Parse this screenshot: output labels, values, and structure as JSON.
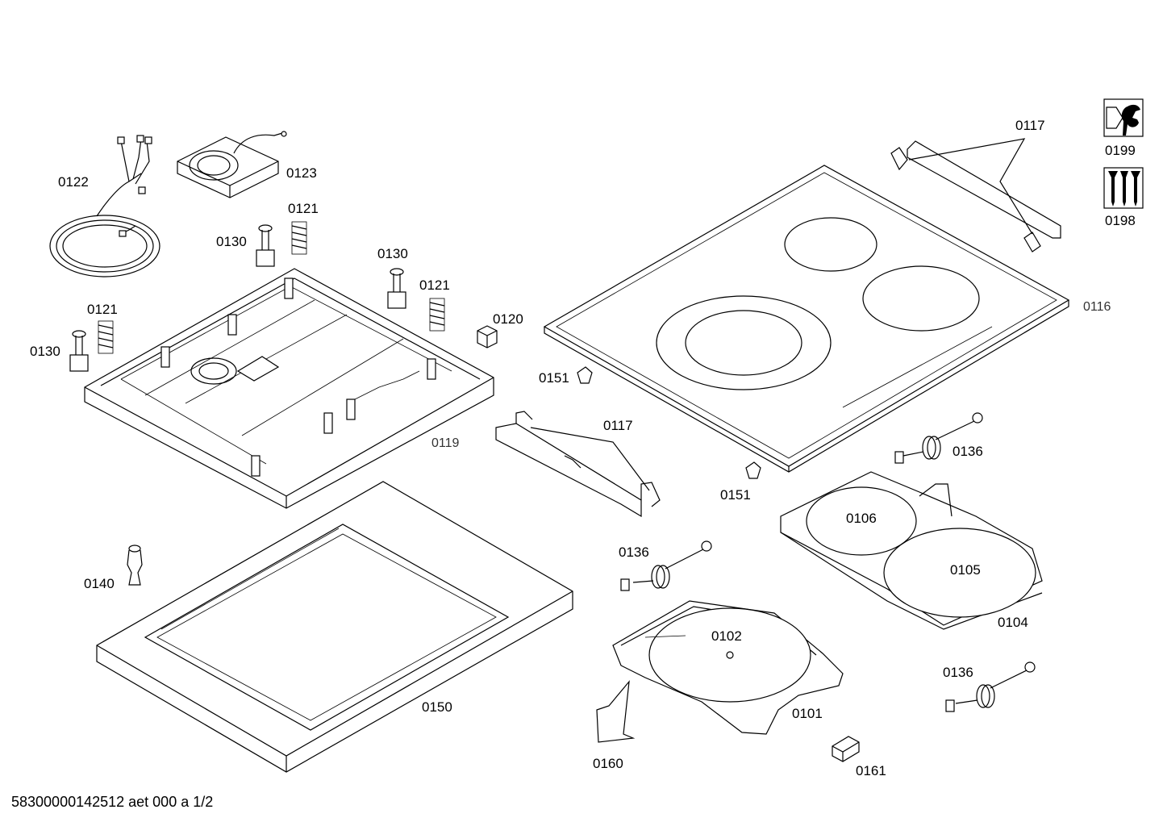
{
  "labels": {
    "p0122": "0122",
    "p0123": "0123",
    "p0121a": "0121",
    "p0130a": "0130",
    "p0130b": "0130",
    "p0121b": "0121",
    "p0121c": "0121",
    "p0130c": "0130",
    "p0120": "0120",
    "p0119": "0119",
    "p0117a": "0117",
    "p0116": "0116",
    "p0151a": "0151",
    "p0117b": "0117",
    "p0151b": "0151",
    "p0136a": "0136",
    "p0106": "0106",
    "p0105": "0105",
    "p0104": "0104",
    "p0136b": "0136",
    "p0102": "0102",
    "p0101": "0101",
    "p0140": "0140",
    "p0150": "0150",
    "p0136c": "0136",
    "p0160": "0160",
    "p0161": "0161",
    "p0199": "0199",
    "p0198": "0198"
  },
  "footer": "58300000142512 aet 000 a 1/2",
  "icons": {
    "service_kit": "wrench-nut-icon",
    "screws_kit": "screws-icon"
  }
}
